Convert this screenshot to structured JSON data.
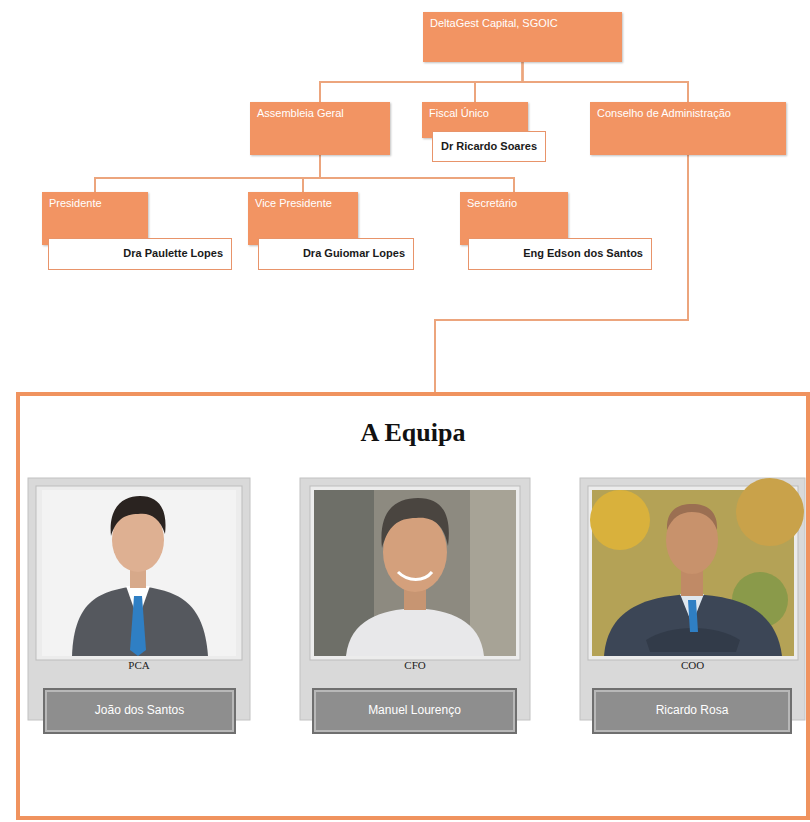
{
  "diagram": {
    "nodes": [
      {
        "text": [
          "DeltaGest Capital, SGOIC"
        ]
      },
      {
        "text": [
          "Assembleia Geral"
        ]
      },
      {
        "text": [
          "Fiscal Único"
        ]
      },
      {
        "text": [
          "Dr Ricardo Soares"
        ]
      },
      {
        "text": [
          "Conselho de Administração"
        ]
      },
      {
        "text": [
          "Presidente"
        ]
      },
      {
        "text": [
          "Dra Paulette Lopes"
        ]
      },
      {
        "text": [
          "Vice Presidente"
        ]
      },
      {
        "text": [
          "Dra Guiomar Lopes"
        ]
      },
      {
        "text": [
          "Secretário"
        ]
      },
      {
        "text": [
          "Eng Edson dos Santos"
        ]
      },
      {
        "text": [
          "A Equipa"
        ]
      },
      {
        "text": [
          "PCA"
        ],
        "in": 11
      },
      {
        "text": [
          "João dos Santos"
        ],
        "in": 12
      },
      {
        "text": [
          "CFO"
        ],
        "in": 11
      },
      {
        "text": [
          "Manuel Lourenço"
        ],
        "in": 14
      },
      {
        "text": [
          "COO"
        ],
        "in": 11
      },
      {
        "text": [
          "Ricardo Rosa"
        ],
        "in": 16
      }
    ],
    "edges": [
      {
        "from": 0,
        "to": 1,
        "arrow": "none"
      },
      {
        "from": 0,
        "to": 2,
        "arrow": "none"
      },
      {
        "from": 0,
        "to": 4,
        "arrow": "none"
      },
      {
        "from": 1,
        "to": 5,
        "arrow": "none"
      },
      {
        "from": 1,
        "to": 7,
        "arrow": "none"
      },
      {
        "from": 1,
        "to": 9,
        "arrow": "none"
      },
      {
        "from": 4,
        "to": 11,
        "arrow": "none"
      }
    ]
  }
}
